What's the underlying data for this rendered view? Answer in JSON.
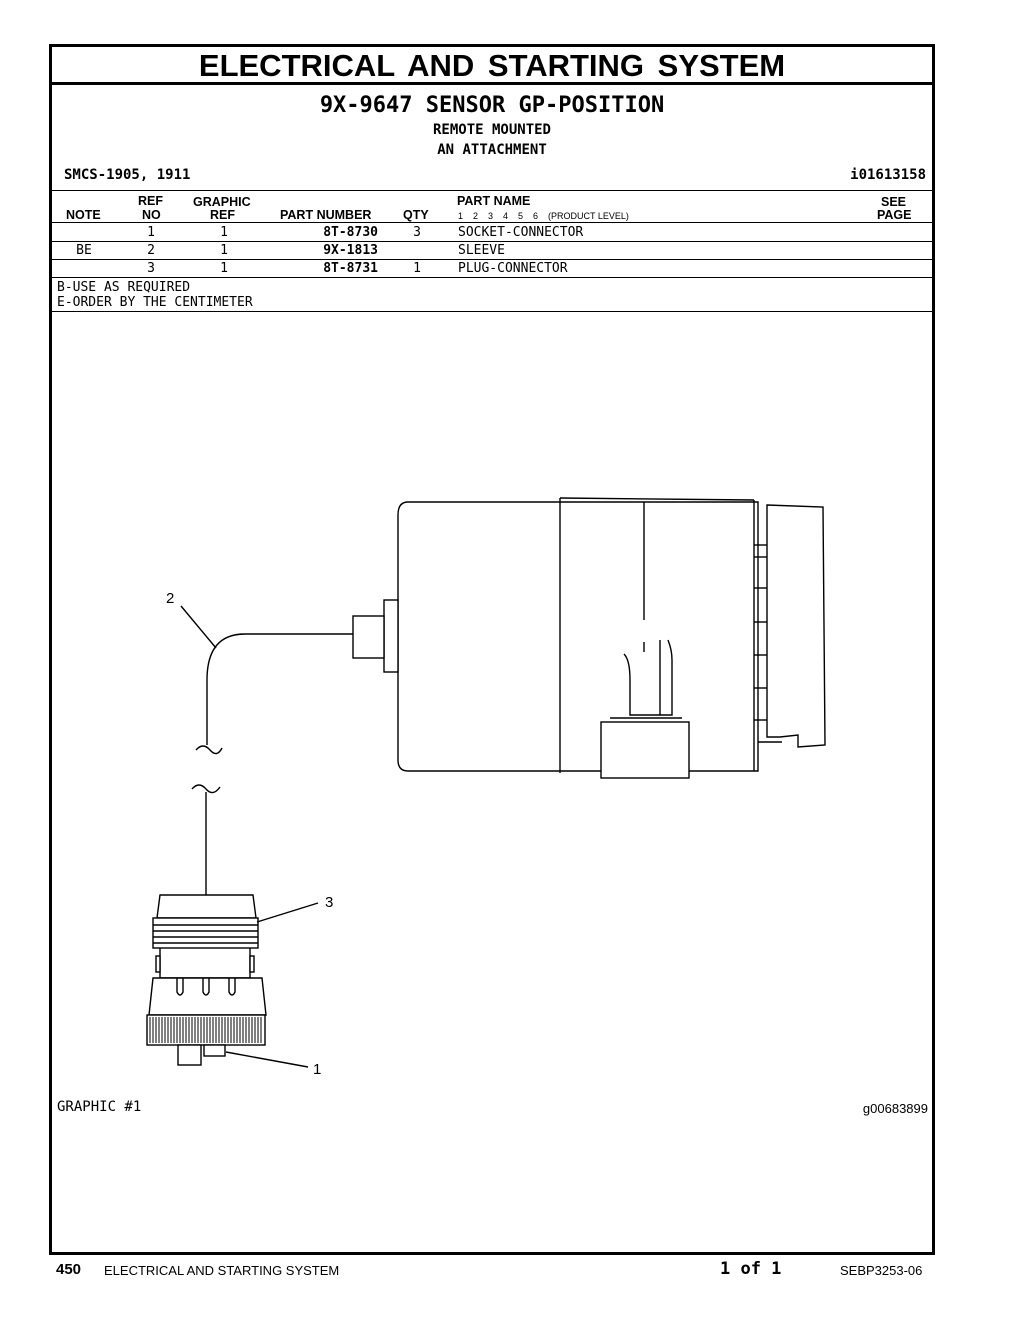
{
  "document": {
    "system_title": "ELECTRICAL AND STARTING SYSTEM",
    "group_title": "9X-9647 SENSOR GP-POSITION",
    "subtitle_1": "REMOTE MOUNTED",
    "subtitle_2": "AN ATTACHMENT",
    "smcs": "SMCS-1905, 1911",
    "illustration_id": "i01613158"
  },
  "table": {
    "headers": {
      "note": "NOTE",
      "ref_no_top": "REF",
      "ref_no_bottom": "NO",
      "graphic_ref_top": "GRAPHIC",
      "graphic_ref_bottom": "REF",
      "part_number": "PART NUMBER",
      "qty": "QTY",
      "part_name": "PART NAME",
      "product_levels": "1    2    3    4    5    6    (PRODUCT LEVEL)",
      "see_page_top": "SEE",
      "see_page_bottom": "PAGE"
    },
    "rows": [
      {
        "note": "",
        "ref_no": "1",
        "graphic_ref": "1",
        "part_number": "8T-8730",
        "qty": "3",
        "part_name": "SOCKET-CONNECTOR"
      },
      {
        "note": "BE",
        "ref_no": "2",
        "graphic_ref": "1",
        "part_number": "9X-1813",
        "qty": "",
        "part_name": "SLEEVE"
      },
      {
        "note": "",
        "ref_no": "3",
        "graphic_ref": "1",
        "part_number": "8T-8731",
        "qty": "1",
        "part_name": "PLUG-CONNECTOR"
      }
    ],
    "notes": [
      "B-USE AS REQUIRED",
      "E-ORDER BY THE CENTIMETER"
    ]
  },
  "graphic": {
    "label": "GRAPHIC #1",
    "id": "g00683899",
    "callouts": [
      "2",
      "3",
      "1"
    ]
  },
  "footer": {
    "page_number": "450",
    "section": "ELECTRICAL AND STARTING SYSTEM",
    "page_of": "1 of 1",
    "doc_id": "SEBP3253-06"
  }
}
